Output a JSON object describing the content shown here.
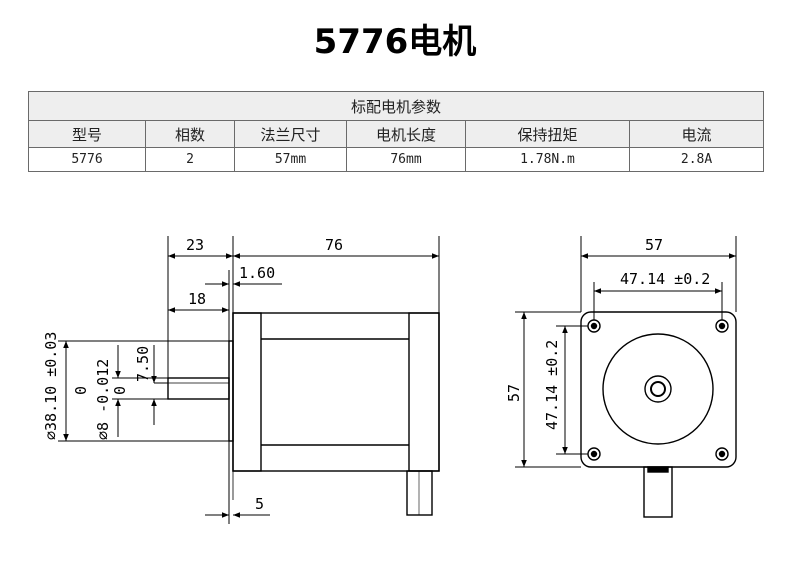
{
  "title": "5776电机",
  "table": {
    "caption": "标配电机参数",
    "headers": [
      "型号",
      "相数",
      "法兰尺寸",
      "电机长度",
      "保持扭矩",
      "电流"
    ],
    "row": [
      "5776",
      "2",
      "57mm",
      "76mm",
      "1.78N.m",
      "2.8A"
    ]
  },
  "dimensions": {
    "shaft_length": "23",
    "body_length": "76",
    "flange_thickness": "1.60",
    "shaft_flat": "18",
    "boss_diameter": "⌀38.10 ±0.03",
    "boss_tol_low": "0",
    "shaft_diameter": "⌀8 -0.012",
    "shaft_tol_low": "0",
    "flat_height": "7.50",
    "rear_boss": "5",
    "flange_width": "57",
    "hole_spacing_h": "47.14 ±0.2",
    "hole_spacing_v": "47.14 ±0.2",
    "flange_height": "57"
  },
  "colors": {
    "line": "#000000",
    "table_border": "#6a6a6a",
    "header_bg": "#eeeeee"
  }
}
